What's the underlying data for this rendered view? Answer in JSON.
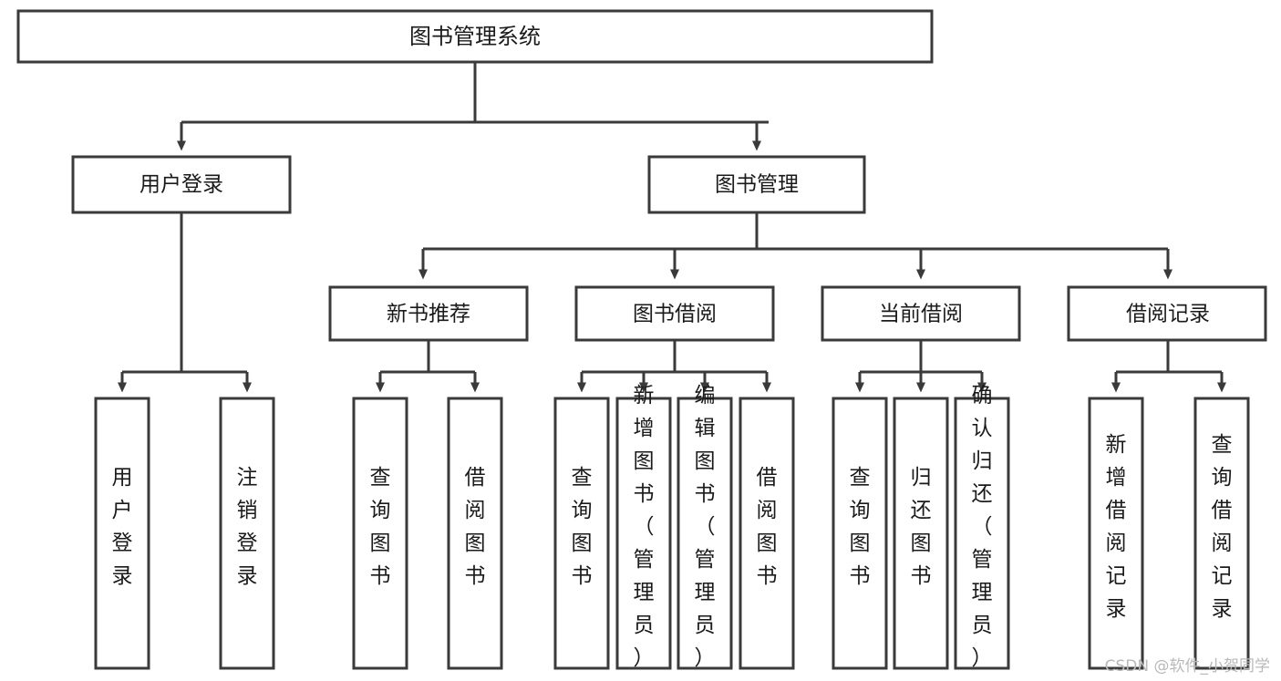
{
  "diagram": {
    "type": "tree-hierarchy",
    "title": "图书管理系统",
    "root": {
      "id": "root",
      "label": "图书管理系统"
    },
    "level2": [
      {
        "id": "user-login",
        "label": "用户登录"
      },
      {
        "id": "book-management",
        "label": "图书管理"
      }
    ],
    "level3": [
      {
        "id": "new-book-recommend",
        "label": "新书推荐",
        "parent": "book-management"
      },
      {
        "id": "book-borrow",
        "label": "图书借阅",
        "parent": "book-management"
      },
      {
        "id": "current-borrow",
        "label": "当前借阅",
        "parent": "book-management"
      },
      {
        "id": "borrow-record",
        "label": "借阅记录",
        "parent": "book-management"
      }
    ],
    "leaves": [
      {
        "id": "leaf-user-login",
        "label": "用户登录",
        "parent": "user-login"
      },
      {
        "id": "leaf-logout-login",
        "label": "注销登录",
        "parent": "user-login"
      },
      {
        "id": "leaf-query-book-1",
        "label": "查询图书",
        "parent": "new-book-recommend"
      },
      {
        "id": "leaf-borrow-book-1",
        "label": "借阅图书",
        "parent": "new-book-recommend"
      },
      {
        "id": "leaf-query-book-2",
        "label": "查询图书",
        "parent": "book-borrow"
      },
      {
        "id": "leaf-add-book",
        "label": "新增图书（管理员）",
        "parent": "book-borrow"
      },
      {
        "id": "leaf-edit-book",
        "label": "编辑图书（管理员）",
        "parent": "book-borrow"
      },
      {
        "id": "leaf-borrow-book-2",
        "label": "借阅图书",
        "parent": "book-borrow"
      },
      {
        "id": "leaf-query-book-3",
        "label": "查询图书",
        "parent": "current-borrow"
      },
      {
        "id": "leaf-return-book",
        "label": "归还图书",
        "parent": "current-borrow"
      },
      {
        "id": "leaf-confirm-return",
        "label": "确认归还（管理员）",
        "parent": "current-borrow"
      },
      {
        "id": "leaf-add-record",
        "label": "新增借阅记录",
        "parent": "borrow-record"
      },
      {
        "id": "leaf-query-record",
        "label": "查询借阅记录",
        "parent": "borrow-record"
      }
    ],
    "colors": {
      "box_stroke": "#3a3a3a",
      "box_fill": "#ffffff",
      "text": "#1a1a1a",
      "edge": "#3a3a3a",
      "background": "#ffffff",
      "watermark": "#b9b9b9"
    }
  },
  "watermark": {
    "text": "CSDN @软件_小贺同学"
  }
}
